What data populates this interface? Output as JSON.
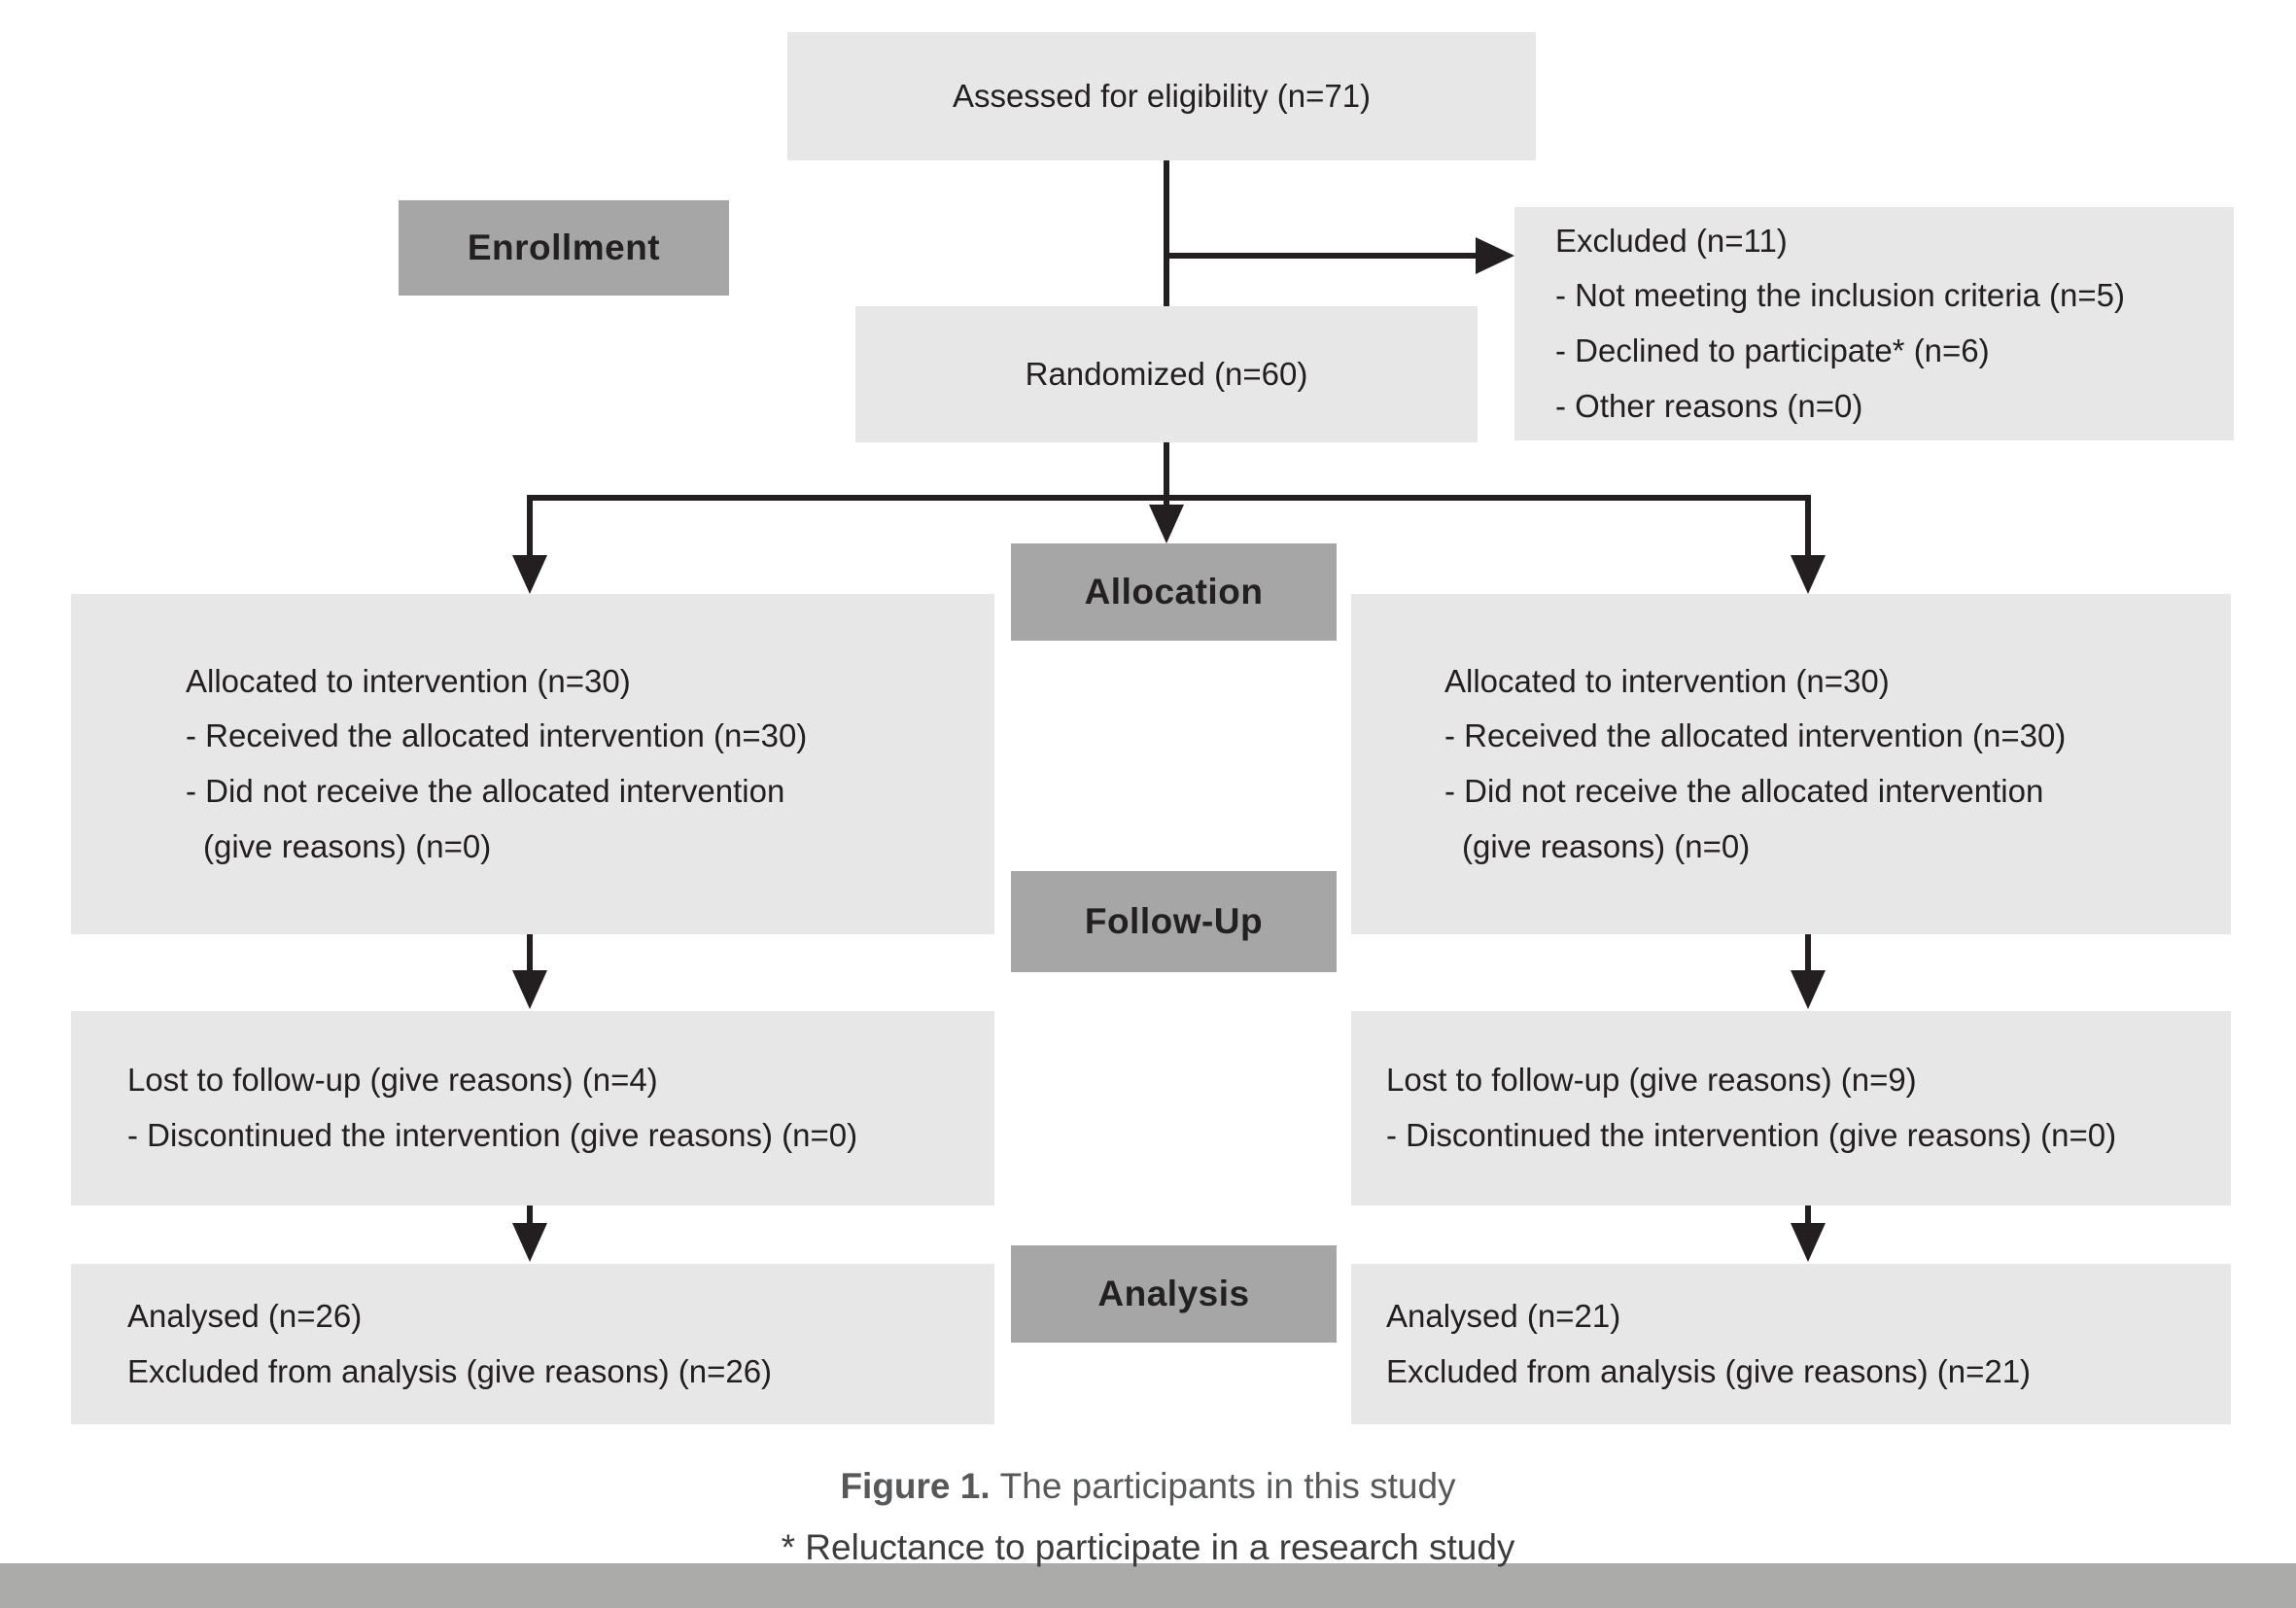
{
  "diagram": {
    "title_box": {
      "text": "Assessed for eligibility (n=71)"
    },
    "stage_labels": {
      "enrollment": "Enrollment",
      "allocation": "Allocation",
      "followup": "Follow-Up",
      "analysis": "Analysis"
    },
    "randomized_box": {
      "text": "Randomized (n=60)"
    },
    "excluded_box": {
      "lines": [
        "Excluded (n=11)",
        "- Not meeting the inclusion criteria (n=5)",
        "- Declined to participate* (n=6)",
        "- Other reasons (n=0)"
      ]
    },
    "allocation_left_box": {
      "lines": [
        "Allocated to intervention (n=30)",
        "- Received the allocated intervention (n=30)",
        "- Did not receive the allocated intervention",
        "(give reasons) (n=0)"
      ]
    },
    "allocation_right_box": {
      "lines": [
        "Allocated to intervention (n=30)",
        "- Received the allocated intervention (n=30)",
        "- Did not receive the allocated intervention",
        "(give reasons) (n=0)"
      ]
    },
    "followup_left_box": {
      "lines": [
        "Lost to follow-up (give reasons) (n=4)",
        "- Discontinued the intervention (give reasons) (n=0)"
      ]
    },
    "followup_right_box": {
      "lines": [
        "Lost to follow-up (give reasons) (n=9)",
        "- Discontinued the intervention (give reasons) (n=0)"
      ]
    },
    "analysis_left_box": {
      "lines": [
        "Analysed (n=26)",
        "Excluded from analysis (give reasons) (n=26)"
      ]
    },
    "analysis_right_box": {
      "lines": [
        "Analysed (n=21)",
        "Excluded from analysis (give reasons) (n=21)"
      ]
    },
    "caption": {
      "label": "Figure 1.",
      "text": "The participants in this study"
    },
    "footnote": "* Reluctance to participate in a research study"
  },
  "colors": {
    "box_fill": "#e7e7e7",
    "stage_label_fill": "#a6a6a6",
    "connector": "#231f20",
    "caption_text": "#57585a",
    "bottom_bar": "#ababa9"
  }
}
